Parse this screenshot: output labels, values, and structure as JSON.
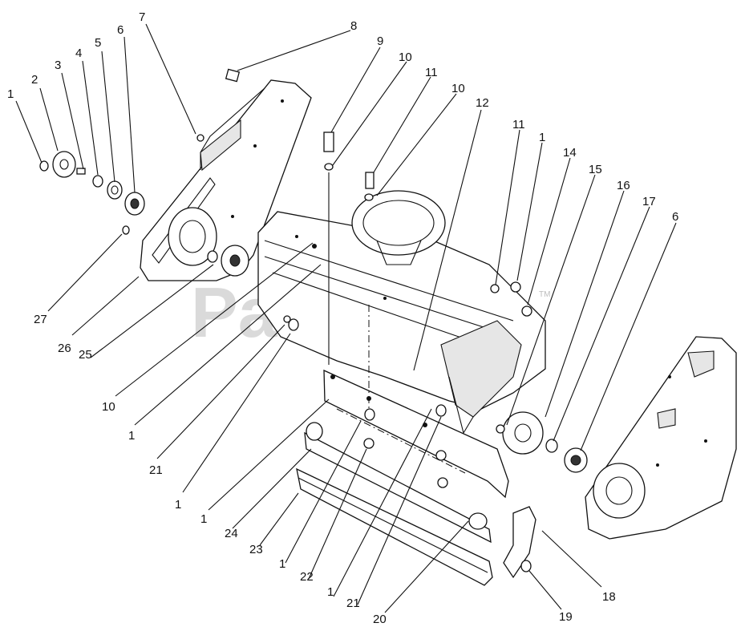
{
  "watermark": {
    "text": "PartsTree",
    "tm": "TM"
  },
  "callouts": [
    {
      "id": "c1a",
      "label": "1"
    },
    {
      "id": "c2",
      "label": "2"
    },
    {
      "id": "c3",
      "label": "3"
    },
    {
      "id": "c4",
      "label": "4"
    },
    {
      "id": "c5",
      "label": "5"
    },
    {
      "id": "c6a",
      "label": "6"
    },
    {
      "id": "c7",
      "label": "7"
    },
    {
      "id": "c8",
      "label": "8"
    },
    {
      "id": "c9",
      "label": "9"
    },
    {
      "id": "c10a",
      "label": "10"
    },
    {
      "id": "c11a",
      "label": "11"
    },
    {
      "id": "c10b",
      "label": "10"
    },
    {
      "id": "c12",
      "label": "12"
    },
    {
      "id": "c11b",
      "label": "11"
    },
    {
      "id": "c1b",
      "label": "1"
    },
    {
      "id": "c14",
      "label": "14"
    },
    {
      "id": "c15",
      "label": "15"
    },
    {
      "id": "c16",
      "label": "16"
    },
    {
      "id": "c17",
      "label": "17"
    },
    {
      "id": "c6b",
      "label": "6"
    },
    {
      "id": "c27",
      "label": "27"
    },
    {
      "id": "c26",
      "label": "26"
    },
    {
      "id": "c25",
      "label": "25"
    },
    {
      "id": "c10c",
      "label": "10"
    },
    {
      "id": "c1c",
      "label": "1"
    },
    {
      "id": "c21a",
      "label": "21"
    },
    {
      "id": "c1d",
      "label": "1"
    },
    {
      "id": "c1e",
      "label": "1"
    },
    {
      "id": "c24",
      "label": "24"
    },
    {
      "id": "c23",
      "label": "23"
    },
    {
      "id": "c1f",
      "label": "1"
    },
    {
      "id": "c22",
      "label": "22"
    },
    {
      "id": "c1g",
      "label": "1"
    },
    {
      "id": "c21b",
      "label": "21"
    },
    {
      "id": "c20",
      "label": "20"
    },
    {
      "id": "c19",
      "label": "19"
    },
    {
      "id": "c18",
      "label": "18"
    }
  ]
}
